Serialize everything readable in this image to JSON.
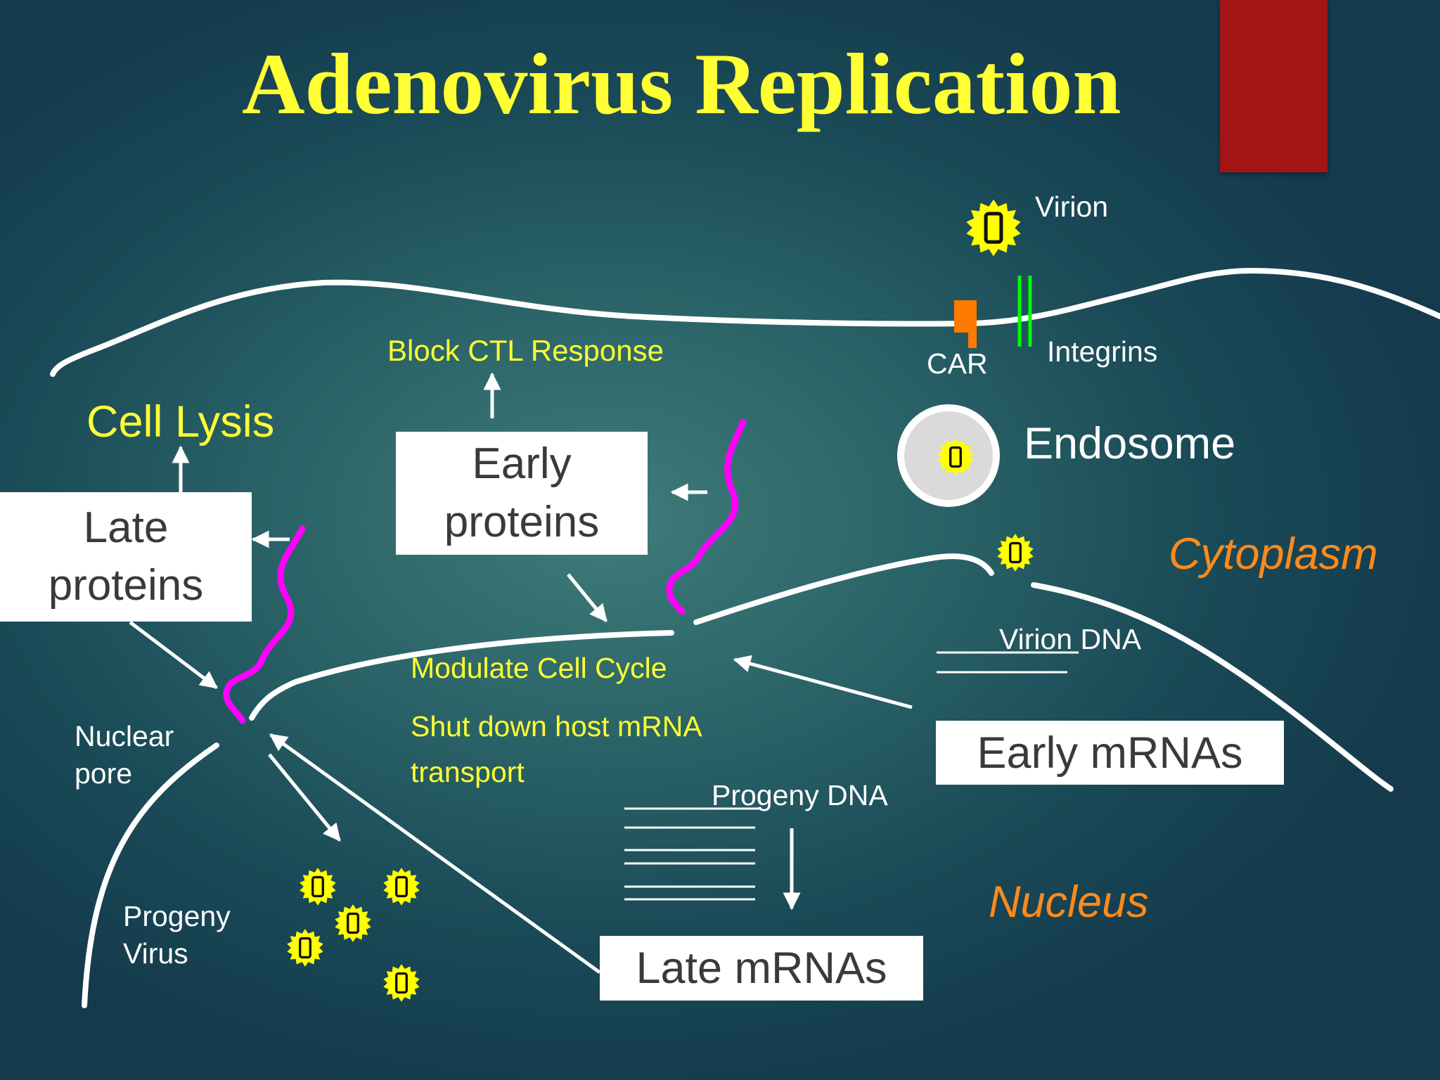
{
  "title": "Adenovirus Replication",
  "labels": {
    "virion": "Virion",
    "car": "CAR",
    "integrins": "Integrins",
    "endosome": "Endosome",
    "cytoplasm": "Cytoplasm",
    "nucleus": "Nucleus",
    "virion_dna": "Virion DNA",
    "progeny_dna": "Progeny DNA",
    "nuclear_pore_1": "Nuclear",
    "nuclear_pore_2": "pore",
    "progeny_virus_1": "Progeny",
    "progeny_virus_2": "Virus",
    "cell_lysis": "Cell Lysis",
    "block_ctl": "Block CTL Response",
    "modulate_cell_cycle": "Modulate Cell Cycle",
    "shut_down_1": "Shut down host mRNA",
    "shut_down_2": "transport"
  },
  "boxes": {
    "late_proteins_1": "Late",
    "late_proteins_2": "proteins",
    "early_proteins_1": "Early",
    "early_proteins_2": "proteins",
    "early_mrnas": "Early mRNAs",
    "late_mrnas": "Late mRNAs"
  },
  "virion_glyph": "0",
  "colors": {
    "title": "#ffff33",
    "accent_bar": "#a31515",
    "virion": "#ffff00",
    "mrna_strand": "#ff00ff",
    "car_receptor": "#ff7a00",
    "integrins": "#00ff00",
    "region_label": "#ff8a1c"
  }
}
